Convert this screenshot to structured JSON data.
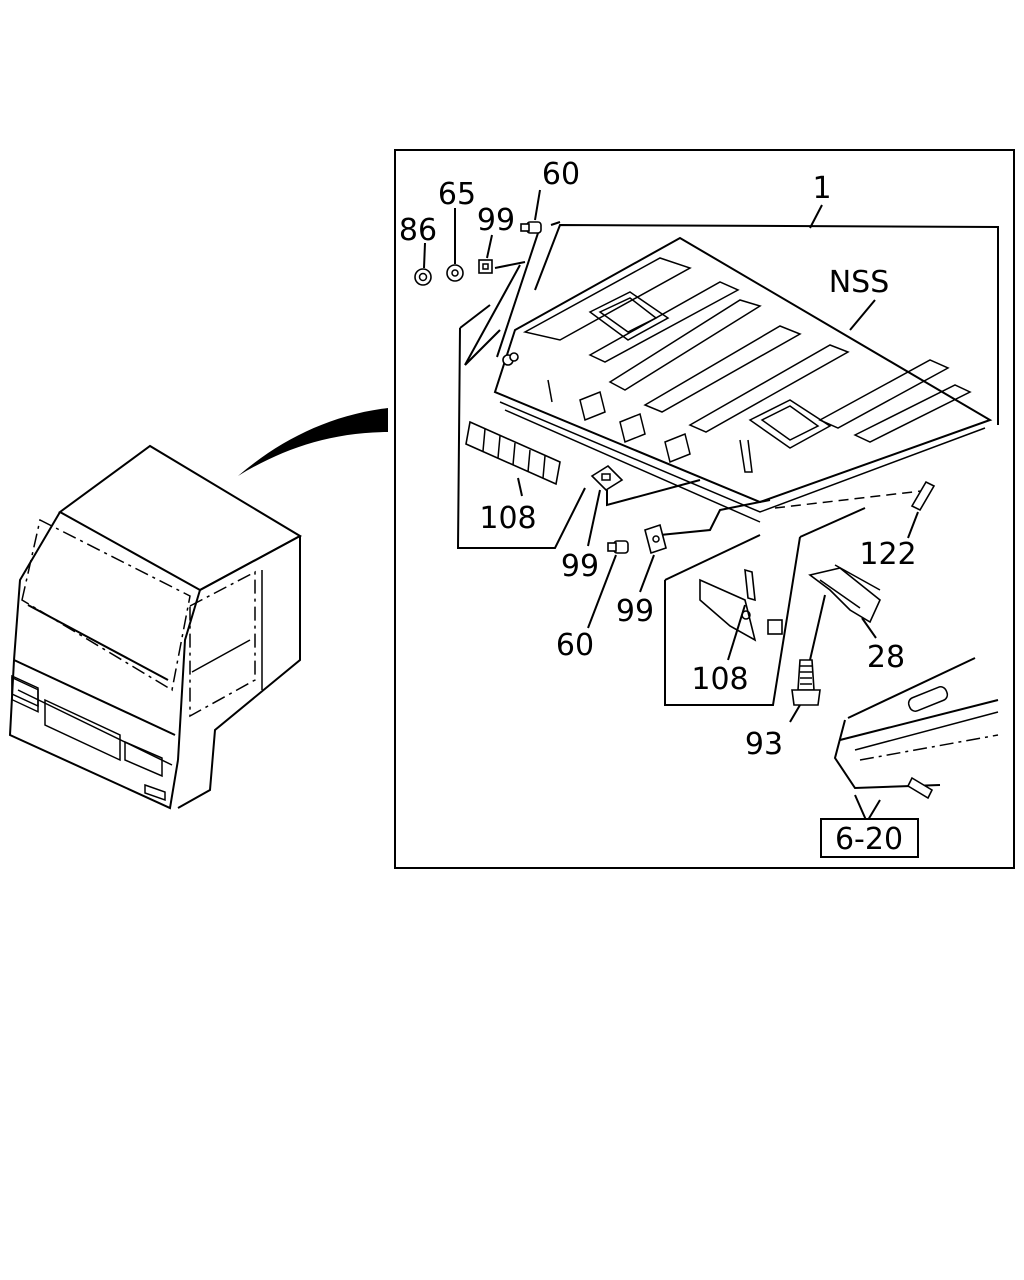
{
  "callouts": {
    "c1": "1",
    "nss": "NSS",
    "c60_top": "60",
    "c65": "65",
    "c99_top": "99",
    "c86": "86",
    "c108_left": "108",
    "c99_mid": "99",
    "c99_low": "99",
    "c60_low": "60",
    "c122": "122",
    "c28": "28",
    "c108_right": "108",
    "c93": "93",
    "ref_box": "6-20"
  }
}
